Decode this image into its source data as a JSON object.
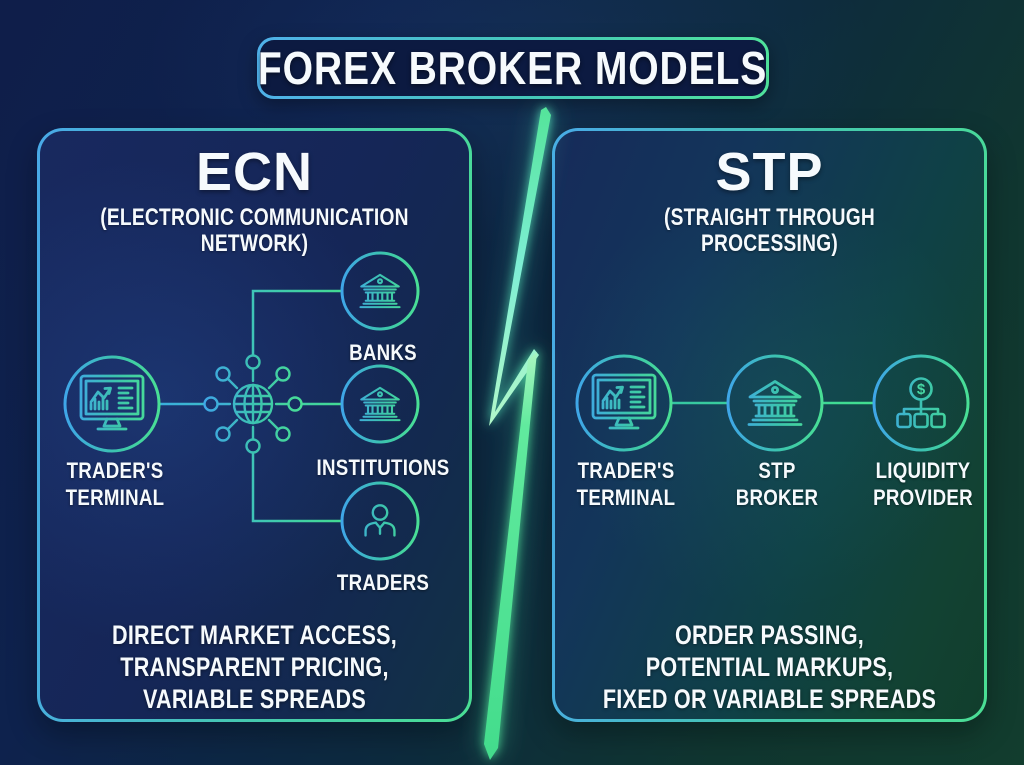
{
  "title": "FOREX BROKER MODELS",
  "divider": {
    "icon": "lightning-bolt-icon"
  },
  "ecn": {
    "heading": "ECN",
    "subheading": "(ELECTRONIC COMMUNICATION NETWORK)",
    "nodes": {
      "terminal_icon": "monitor-chart-icon",
      "terminal_line1": "TRADER'S",
      "terminal_line2": "TERMINAL",
      "hub_icon": "globe-network-icon",
      "banks_icon": "bank-building-icon",
      "banks_label": "BANKS",
      "institutions_icon": "bank-building-icon",
      "institutions_label": "INSTITUTIONS",
      "traders_icon": "person-icon",
      "traders_label": "TRADERS"
    },
    "features": [
      "DIRECT MARKET ACCESS,",
      "TRANSPARENT PRICING,",
      "VARIABLE SPREADS"
    ]
  },
  "stp": {
    "heading": "STP",
    "subheading": "(STRAIGHT THROUGH PROCESSING)",
    "nodes": {
      "terminal_icon": "monitor-chart-icon",
      "terminal_line1": "TRADER'S",
      "terminal_line2": "TERMINAL",
      "broker_icon": "bank-building-icon",
      "broker_line1": "STP",
      "broker_line2": "BROKER",
      "liquidity_icon": "dollar-hierarchy-icon",
      "liquidity_line1": "LIQUIDITY",
      "liquidity_line2": "PROVIDER",
      "dollar_symbol": "$"
    },
    "features": [
      "ORDER PASSING,",
      "POTENTIAL MARKUPS,",
      "FIXED OR VARIABLE SPREADS"
    ]
  },
  "colors": {
    "accent_blue": "#45a7e8",
    "accent_green": "#49df95",
    "bolt_cyan": "#7eeed4",
    "bolt_green": "#55e79e",
    "panel_navy": "#152658",
    "panel_green": "#123e2f",
    "background_navy": "#0e1f4b",
    "background_green": "#123d2e",
    "text": "#ffffff"
  }
}
